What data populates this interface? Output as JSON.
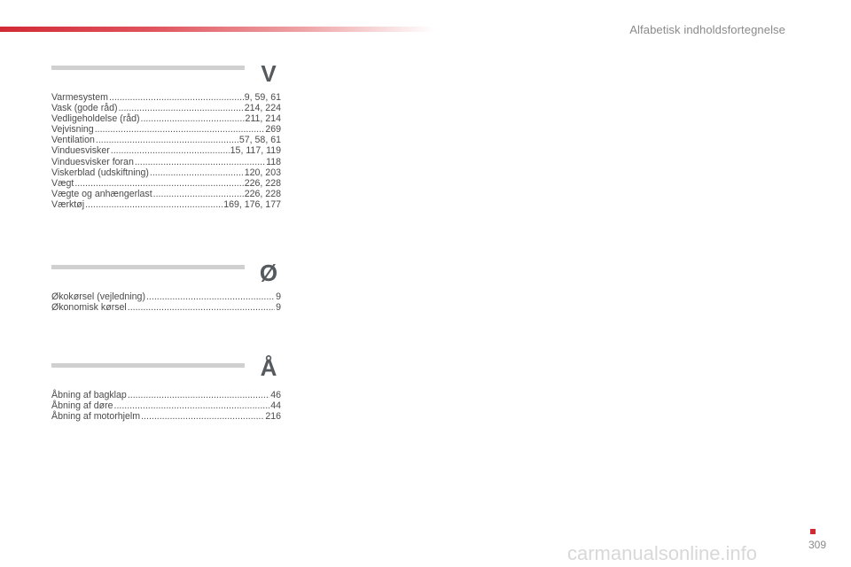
{
  "header": {
    "title": "Alfabetisk indholdsfortegnelse"
  },
  "sections": [
    {
      "letter": "V",
      "entries": [
        {
          "name": "Varmesystem",
          "pages": "9, 59, 61"
        },
        {
          "name": "Vask (gode råd)",
          "pages": "214, 224"
        },
        {
          "name": "Vedligeholdelse (råd)",
          "pages": "211, 214"
        },
        {
          "name": "Vejvisning",
          "pages": "269"
        },
        {
          "name": "Ventilation",
          "pages": "57, 58, 61"
        },
        {
          "name": "Vinduesvisker",
          "pages": "15, 117, 119"
        },
        {
          "name": "Vinduesvisker foran",
          "pages": "118"
        },
        {
          "name": "Viskerblad (udskiftning)",
          "pages": "120, 203"
        },
        {
          "name": "Vægt",
          "pages": "226, 228"
        },
        {
          "name": "Vægte og anhængerlast",
          "pages": "226, 228"
        },
        {
          "name": "Værktøj",
          "pages": "169, 176, 177"
        }
      ]
    },
    {
      "letter": "Ø",
      "entries": [
        {
          "name": "Økokørsel (vejledning)",
          "pages": "9"
        },
        {
          "name": "Økonomisk kørsel",
          "pages": "9"
        }
      ]
    },
    {
      "letter": "Å",
      "entries": [
        {
          "name": "Åbning af bagklap",
          "pages": "46"
        },
        {
          "name": "Åbning af døre",
          "pages": "44"
        },
        {
          "name": "Åbning af motorhjelm",
          "pages": "216"
        }
      ]
    }
  ],
  "footer": {
    "page_number": "309",
    "watermark": "carmanualsonline.info"
  },
  "colors": {
    "accent": "#d12a35",
    "rule": "#d0d0d0",
    "text": "#4a4a4a"
  }
}
